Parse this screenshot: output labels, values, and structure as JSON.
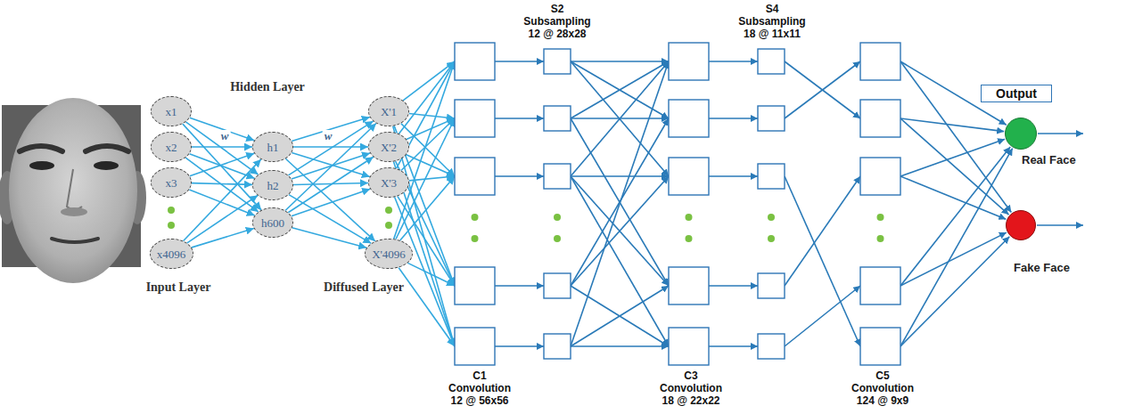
{
  "diagram": {
    "nodes": [
      {
        "text": [
          "x1"
        ]
      },
      {
        "text": [
          "x2"
        ]
      },
      {
        "text": [
          "x3"
        ]
      },
      {
        "text": [
          "x4096"
        ]
      },
      {
        "text": [
          "h1"
        ]
      },
      {
        "text": [
          "h2"
        ]
      },
      {
        "text": [
          "h600"
        ]
      },
      {
        "text": [
          "X'1"
        ]
      },
      {
        "text": [
          "X'2"
        ]
      },
      {
        "text": [
          "X'3"
        ]
      },
      {
        "text": [
          "X'4096"
        ]
      },
      {
        "text": [
          "Output"
        ]
      },
      {
        "text": [
          "Real Face"
        ]
      },
      {
        "text": [
          "Fake Face"
        ]
      }
    ],
    "edges": [
      {
        "from": 0,
        "to": 4,
        "arrow": "to"
      },
      {
        "from": 0,
        "to": 5,
        "arrow": "to"
      },
      {
        "from": 0,
        "to": 6,
        "arrow": "to"
      },
      {
        "from": 1,
        "to": 4,
        "arrow": "to"
      },
      {
        "from": 1,
        "to": 5,
        "arrow": "to"
      },
      {
        "from": 1,
        "to": 6,
        "arrow": "to"
      },
      {
        "from": 2,
        "to": 4,
        "arrow": "to"
      },
      {
        "from": 2,
        "to": 5,
        "arrow": "to"
      },
      {
        "from": 2,
        "to": 6,
        "arrow": "to"
      },
      {
        "from": 3,
        "to": 4,
        "arrow": "to"
      },
      {
        "from": 3,
        "to": 5,
        "arrow": "to"
      },
      {
        "from": 3,
        "to": 6,
        "arrow": "to"
      },
      {
        "from": 4,
        "to": 7,
        "arrow": "to"
      },
      {
        "from": 4,
        "to": 8,
        "arrow": "to"
      },
      {
        "from": 4,
        "to": 9,
        "arrow": "to"
      },
      {
        "from": 4,
        "to": 10,
        "arrow": "to"
      },
      {
        "from": 5,
        "to": 7,
        "arrow": "to"
      },
      {
        "from": 5,
        "to": 8,
        "arrow": "to"
      },
      {
        "from": 5,
        "to": 9,
        "arrow": "to"
      },
      {
        "from": 5,
        "to": 10,
        "arrow": "to"
      },
      {
        "from": 6,
        "to": 7,
        "arrow": "to"
      },
      {
        "from": 6,
        "to": 8,
        "arrow": "to"
      },
      {
        "from": 6,
        "to": 9,
        "arrow": "to"
      },
      {
        "from": 6,
        "to": 10,
        "arrow": "to"
      }
    ],
    "labels": [
      "Hidden Layer",
      "w",
      "w",
      "Input Layer",
      "Diffused Layer",
      "S2 Subsampling 12 @ 28x28",
      "S4 Subsampling 18 @ 11x11",
      "C1 Convolution 12 @ 56x56",
      "C3 Convolution 18 @ 22x22",
      "C5 Convolution 124 @ 9x9"
    ]
  }
}
